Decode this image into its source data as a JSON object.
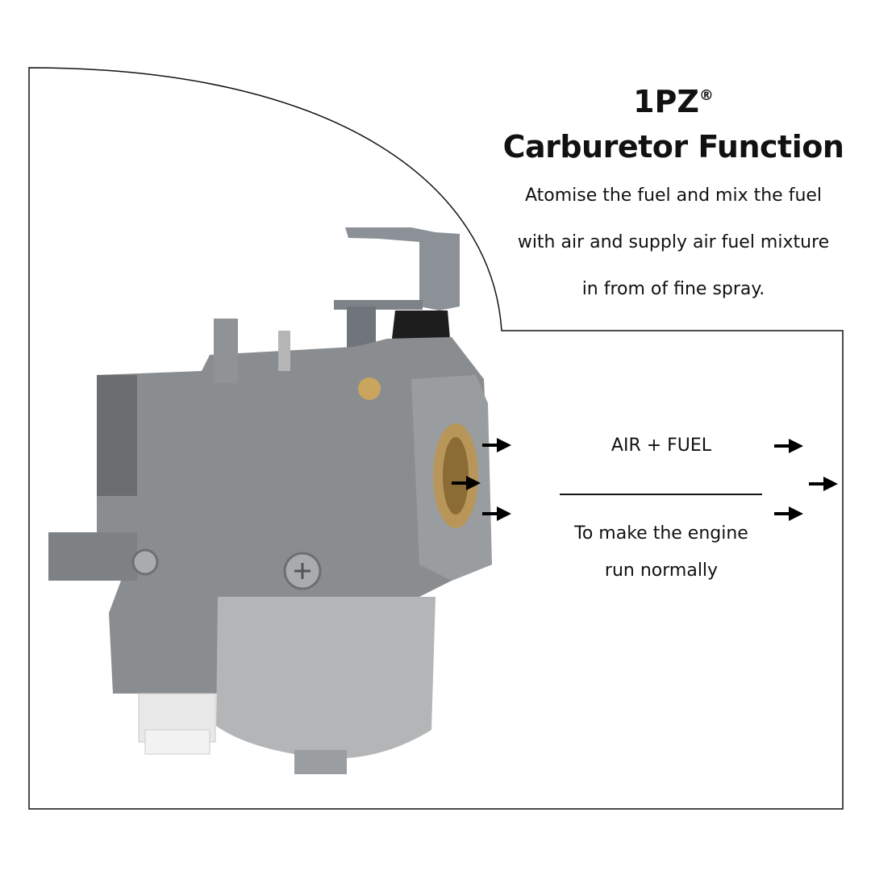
{
  "header": {
    "brand": "1PZ",
    "registered_mark": "®",
    "title": "Carburetor Function"
  },
  "description": [
    "Atomise the fuel and mix the fuel",
    "with air and supply air fuel mixture",
    "in from of fine spray."
  ],
  "diagram": {
    "input_label": "AIR + FUEL",
    "result_lines": [
      "To make the engine",
      "run normally"
    ]
  },
  "icons": [
    "arrow-right-icon"
  ]
}
